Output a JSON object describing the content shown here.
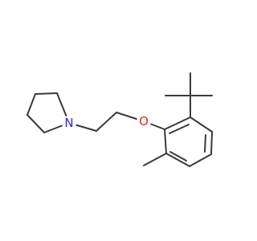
{
  "molecule": {
    "colors": {
      "bond": "#3a3a3a",
      "N": "#2b2bd9",
      "O": "#d92b2b"
    },
    "atoms": [
      {
        "id": "N",
        "label": "N",
        "color_key": "N"
      },
      {
        "id": "O",
        "label": "O",
        "color_key": "O"
      }
    ]
  }
}
